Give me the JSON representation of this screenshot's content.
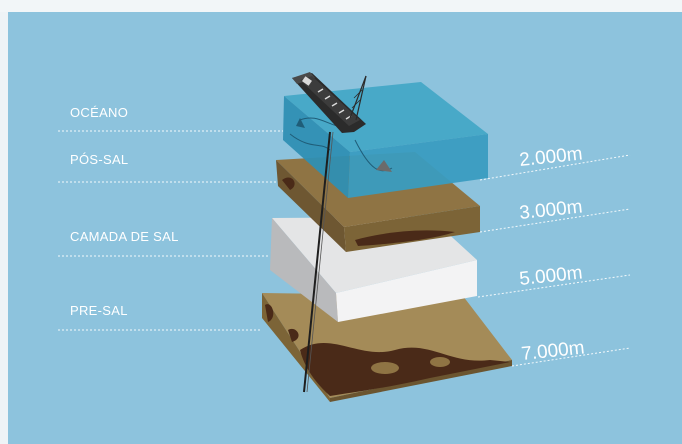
{
  "layers": [
    {
      "label": "OCÉANO"
    },
    {
      "label": "PÓS-SAL"
    },
    {
      "label": "CAMADA DE SAL"
    },
    {
      "label": "PRE-SAL"
    }
  ],
  "depths": [
    "2.000m",
    "3.000m",
    "5.000m",
    "7.000m"
  ],
  "colors": {
    "background": "#8dc3dd",
    "ocean": "#3e9fc0",
    "post_salt": "#8f7444",
    "salt": "#e4e5e6",
    "pre_salt": "#9a8150",
    "oil": "#4a2a18"
  }
}
